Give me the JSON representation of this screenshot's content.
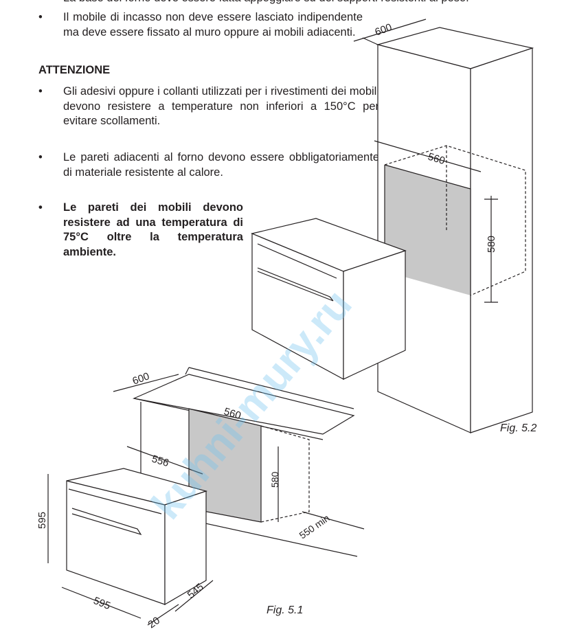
{
  "top_line": "La base del forno deve essere fatta appoggiare su dei supporti resistenti al peso.",
  "intro_bullet": "Il mobile di incasso non deve essere lasciato indipendente ma deve essere fissato al muro oppure ai mobili adiacenti.",
  "heading": "ATTENZIONE",
  "bullets": [
    "Gli adesivi oppure i collanti utilizzati per i rivestimenti dei mobili devono resistere a temperature non inferiori a 150°C per evitare scollamenti.",
    "Le pareti adiacenti al forno devono essere obbligatoriamente di materiale resistente al calore.",
    "Le pareti dei mobili devono resistere ad una temperatura di 75°C oltre la temperatura ambiente."
  ],
  "bullet_char": "•",
  "fig52": {
    "caption": "Fig. 5.2",
    "dims": {
      "width": "600",
      "niche_width": "560",
      "niche_height": "580"
    }
  },
  "fig51": {
    "caption": "Fig. 5.1",
    "dims": {
      "depth": "600",
      "niche_width": "560",
      "inner": "556",
      "niche_height": "580",
      "min_depth": "550 min",
      "oven_height": "595",
      "oven_width": "595",
      "oven_depth": "545",
      "front": "20"
    }
  },
  "watermark": "kuhni-mury.ru",
  "colors": {
    "text": "#231f20",
    "niche": "#c8c8c8",
    "watermark": "#6fc3f0"
  }
}
